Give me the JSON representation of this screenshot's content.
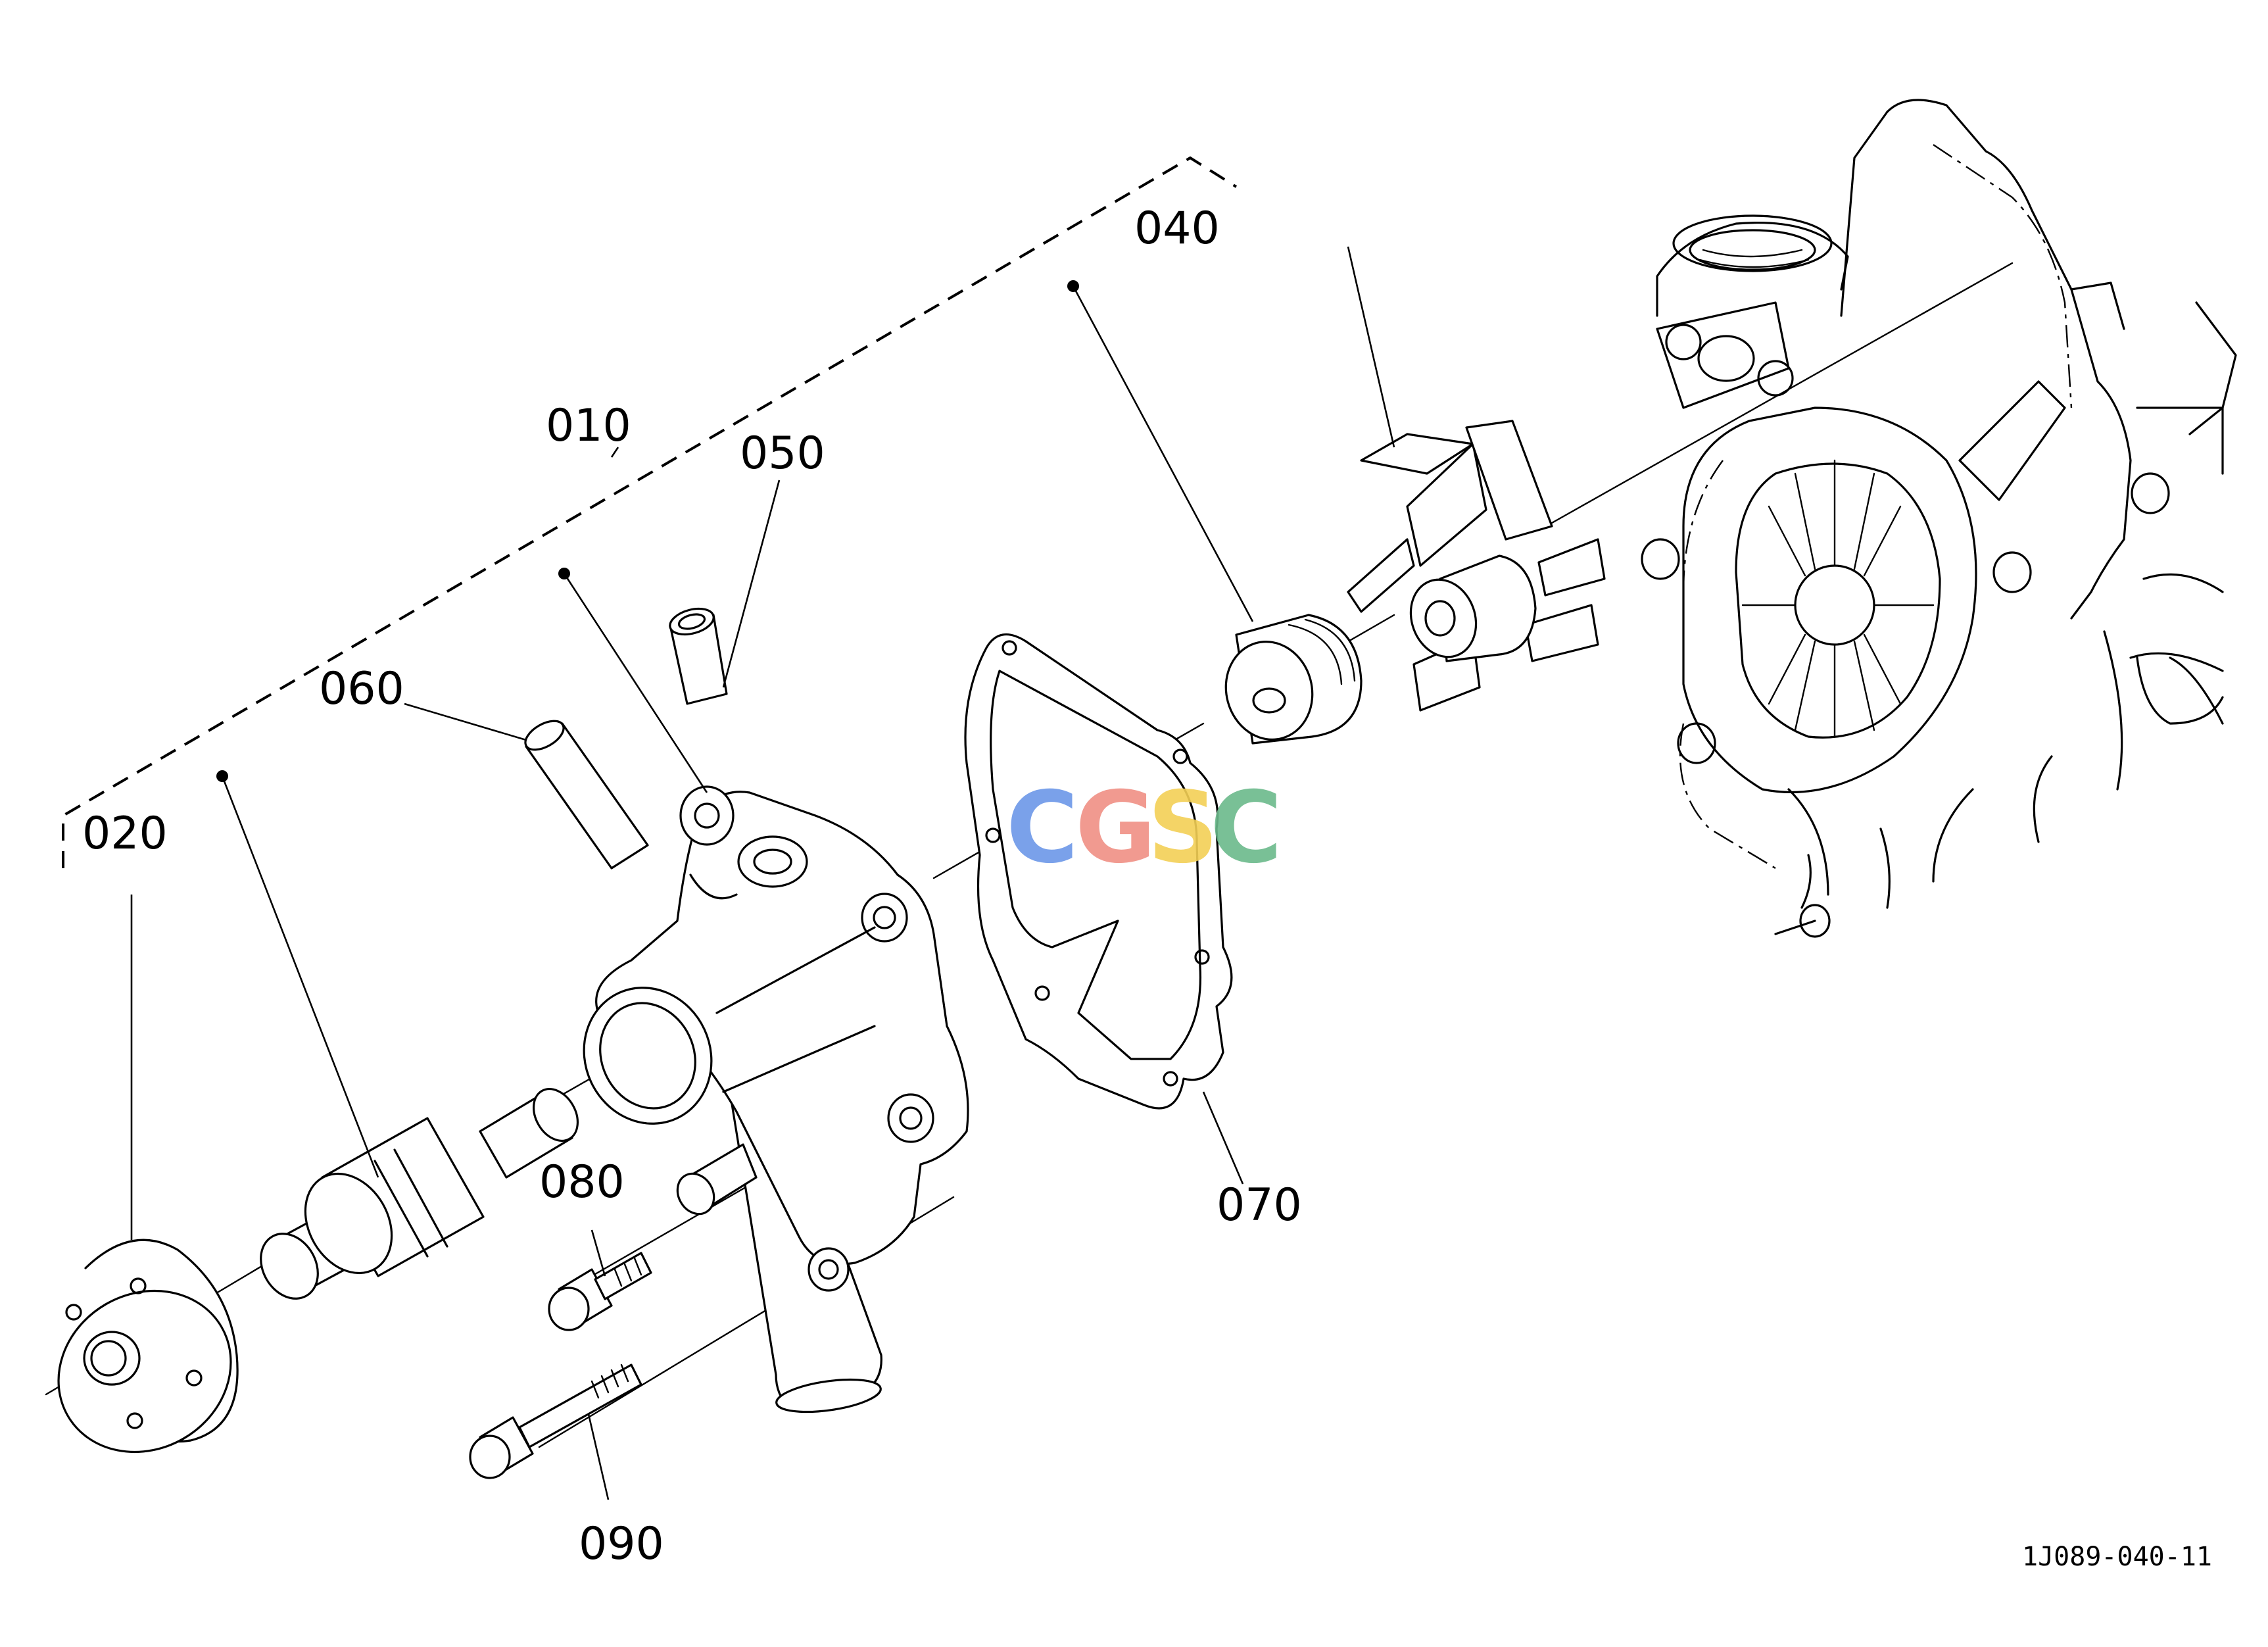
{
  "diagram": {
    "callouts": [
      {
        "id": "010",
        "label": "010"
      },
      {
        "id": "020",
        "label": "020"
      },
      {
        "id": "040",
        "label": "040"
      },
      {
        "id": "050",
        "label": "050"
      },
      {
        "id": "060",
        "label": "060"
      },
      {
        "id": "070",
        "label": "070"
      },
      {
        "id": "080",
        "label": "080"
      },
      {
        "id": "090",
        "label": "090"
      }
    ],
    "reference_code": "1J089-040-11",
    "watermark": {
      "letters": [
        "C",
        "G",
        "S",
        "C"
      ],
      "colors": [
        "#6b97e8",
        "#ef8f84",
        "#f3cf55",
        "#6ab98b"
      ]
    }
  }
}
